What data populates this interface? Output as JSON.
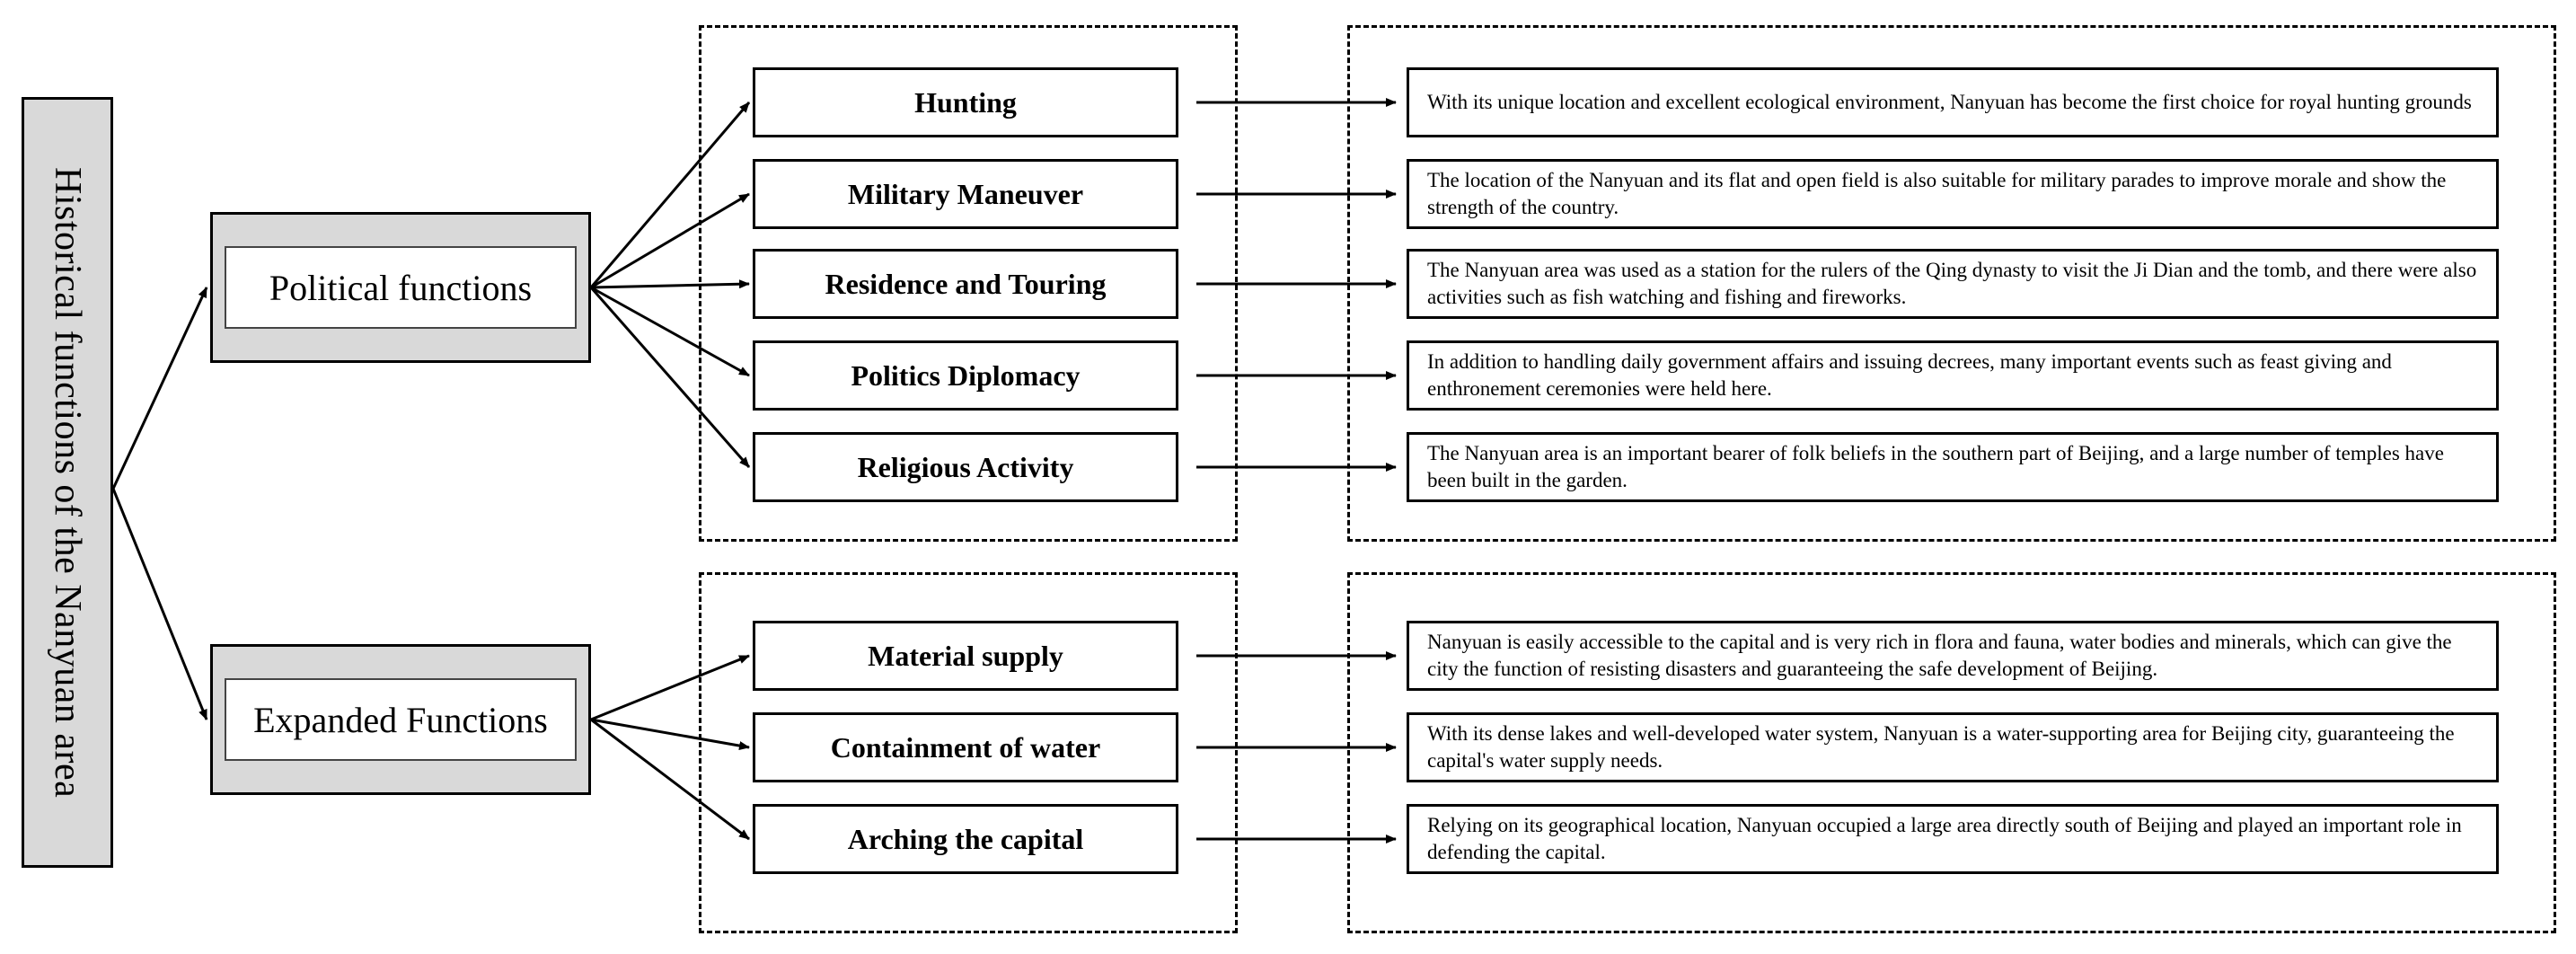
{
  "root": {
    "label": "Historical functions of the Nanyuan area"
  },
  "categories": [
    {
      "label": "Political functions",
      "functions": [
        {
          "label": "Hunting",
          "description": "With its unique location and excellent ecological environment, Nanyuan has become the first choice for royal hunting grounds"
        },
        {
          "label": "Military Maneuver",
          "description": "The location of the Nanyuan and its flat and open field is also suitable for military parades to improve morale and show the strength of the country."
        },
        {
          "label": "Residence and Touring",
          "description": "The Nanyuan area was used as a station for the rulers of the Qing dynasty to visit the Ji Dian and the tomb, and there were also activities such as fish watching and fishing and fireworks."
        },
        {
          "label": "Politics Diplomacy",
          "description": "In addition to handling daily government affairs and issuing decrees, many important events such as feast giving and enthronement ceremonies were held here."
        },
        {
          "label": "Religious Activity",
          "description": "The Nanyuan area is an important bearer of folk beliefs in the southern part of Beijing, and a large number of temples have been built in the garden."
        }
      ]
    },
    {
      "label": "Expanded Functions",
      "functions": [
        {
          "label": "Material supply",
          "description": "Nanyuan is easily accessible to the capital and is very rich in flora and fauna, water bodies and minerals, which can give the city the function of resisting disasters and guaranteeing the safe development of Beijing."
        },
        {
          "label": "Containment of water",
          "description": "With its dense lakes and well-developed water system, Nanyuan is a water-supporting area for Beijing city, guaranteeing the capital's water supply needs."
        },
        {
          "label": "Arching the capital",
          "description": "Relying on its geographical location, Nanyuan occupied a large area directly south of Beijing and played an important role in defending the capital."
        }
      ]
    }
  ]
}
